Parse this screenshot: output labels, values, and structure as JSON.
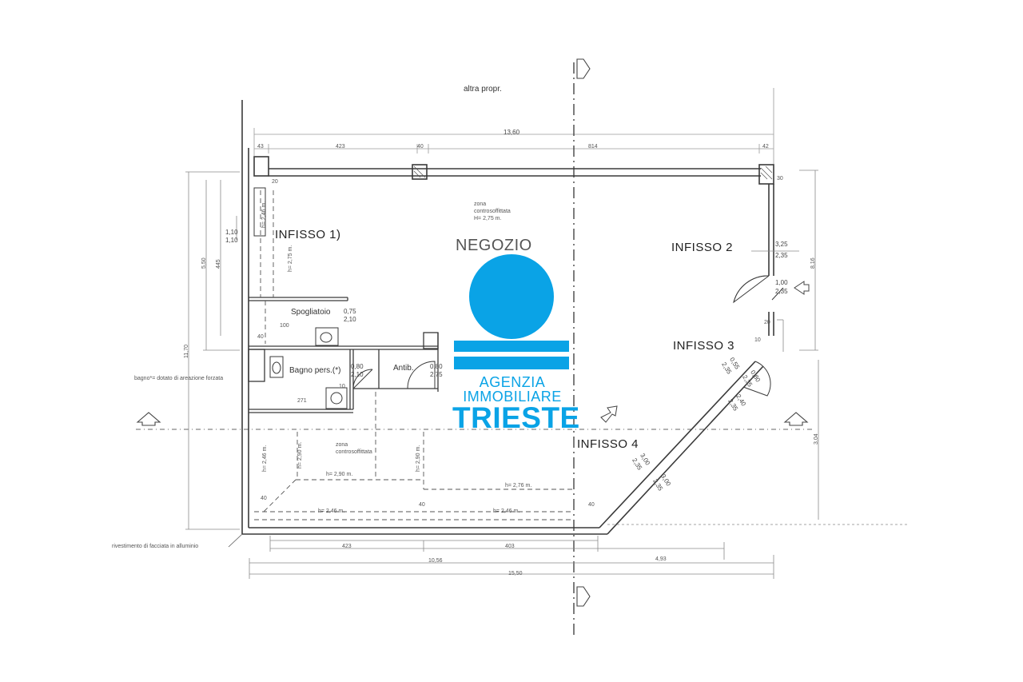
{
  "colors": {
    "accent": "#0aa3e6",
    "line": "#3a3a3a",
    "dim_line": "#8a8a8a"
  },
  "labels": {
    "altra_propr": "altra propr.",
    "negozio": "NEGOZIO",
    "zona_top_1": "zona",
    "zona_top_2": "controsoffittata",
    "zona_top_3": "H= 2,75 m.",
    "infisso_1": "INFISSO 1)",
    "infisso_2": "INFISSO 2",
    "infisso_3": "INFISSO 3",
    "infisso_4": "INFISSO 4",
    "spogliatoio": "Spogliatoio",
    "spogliatoio_dims": [
      "0,75",
      "2,10"
    ],
    "bagno_pers": "Bagno pers.(*)",
    "bagno_dims": [
      "0,80",
      "2,10"
    ],
    "antib": "Antib.",
    "antib_dims": [
      "0,80",
      "2,75"
    ],
    "bagno_note": "bagno*= dotato di areazione forzata",
    "rivestimento": "rivestimento di facciata in alluminio",
    "zona_bot_1": "zona",
    "zona_bot_2": "controsoffittata",
    "h_290_a": "h= 2,90 m.",
    "h_276": "h= 2,76 m.",
    "h_246_a": "h= 2,46 m.",
    "h_246_b": "h= 2,46 m.",
    "v_h_246": "h= 2,46 m.",
    "v_h_290": "h= 2,90 m.",
    "v_h_290b": "h= 2,90 m.",
    "v_h_275": "h= 2,75 m.",
    "v_h_246_top": "h= 2,46 m.",
    "infisso1_dims": [
      "1,10",
      "1,10"
    ],
    "infisso2_dims": [
      "3,25",
      "2,35"
    ],
    "door_dims": [
      "1,00",
      "2,35"
    ],
    "infisso3_dims": [
      "0,55",
      "2,35"
    ],
    "infisso3_b": [
      "0,80",
      "2,35"
    ],
    "infisso3_c": [
      "2,40",
      "2,35"
    ],
    "infisso4_dims": [
      "3,00",
      "2,35"
    ],
    "infisso4_b": [
      "3,00",
      "2,35"
    ],
    "top_dim_total": "13,60",
    "top_dims": [
      "43",
      "423",
      "40",
      "814",
      "42"
    ],
    "bottom_dims": [
      "423",
      "403",
      "10,56",
      "4,93",
      "15,50"
    ],
    "side_dims": [
      "11,70",
      "5,50",
      "1,10",
      "445",
      "8,16",
      "3,04"
    ],
    "small_dims": [
      "20",
      "30",
      "40",
      "40",
      "40",
      "20",
      "10",
      "271",
      "100",
      "40",
      "10"
    ]
  },
  "logo": {
    "line1": "AGENZIA",
    "line2": "IMMOBILIARE",
    "line3": "TRIESTE"
  }
}
